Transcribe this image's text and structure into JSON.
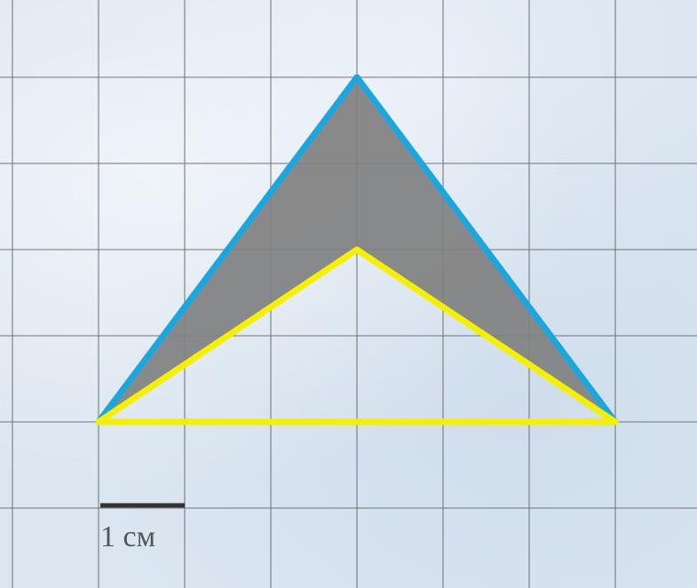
{
  "scale": {
    "label": "1 см"
  },
  "shapes": {
    "outer_triangle": {
      "vertices": [
        [
          -3,
          0
        ],
        [
          0,
          4
        ],
        [
          3,
          0
        ]
      ],
      "edge_color": "#1aa7e0"
    },
    "inner_triangle": {
      "vertices": [
        [
          -3,
          0
        ],
        [
          0,
          2
        ],
        [
          3,
          0
        ]
      ],
      "edge_color": "#f5f000"
    },
    "shaded_region_color": "#808080"
  },
  "colors": {
    "grid_line": "#6b6b6b",
    "scale_bar": "#333333"
  }
}
